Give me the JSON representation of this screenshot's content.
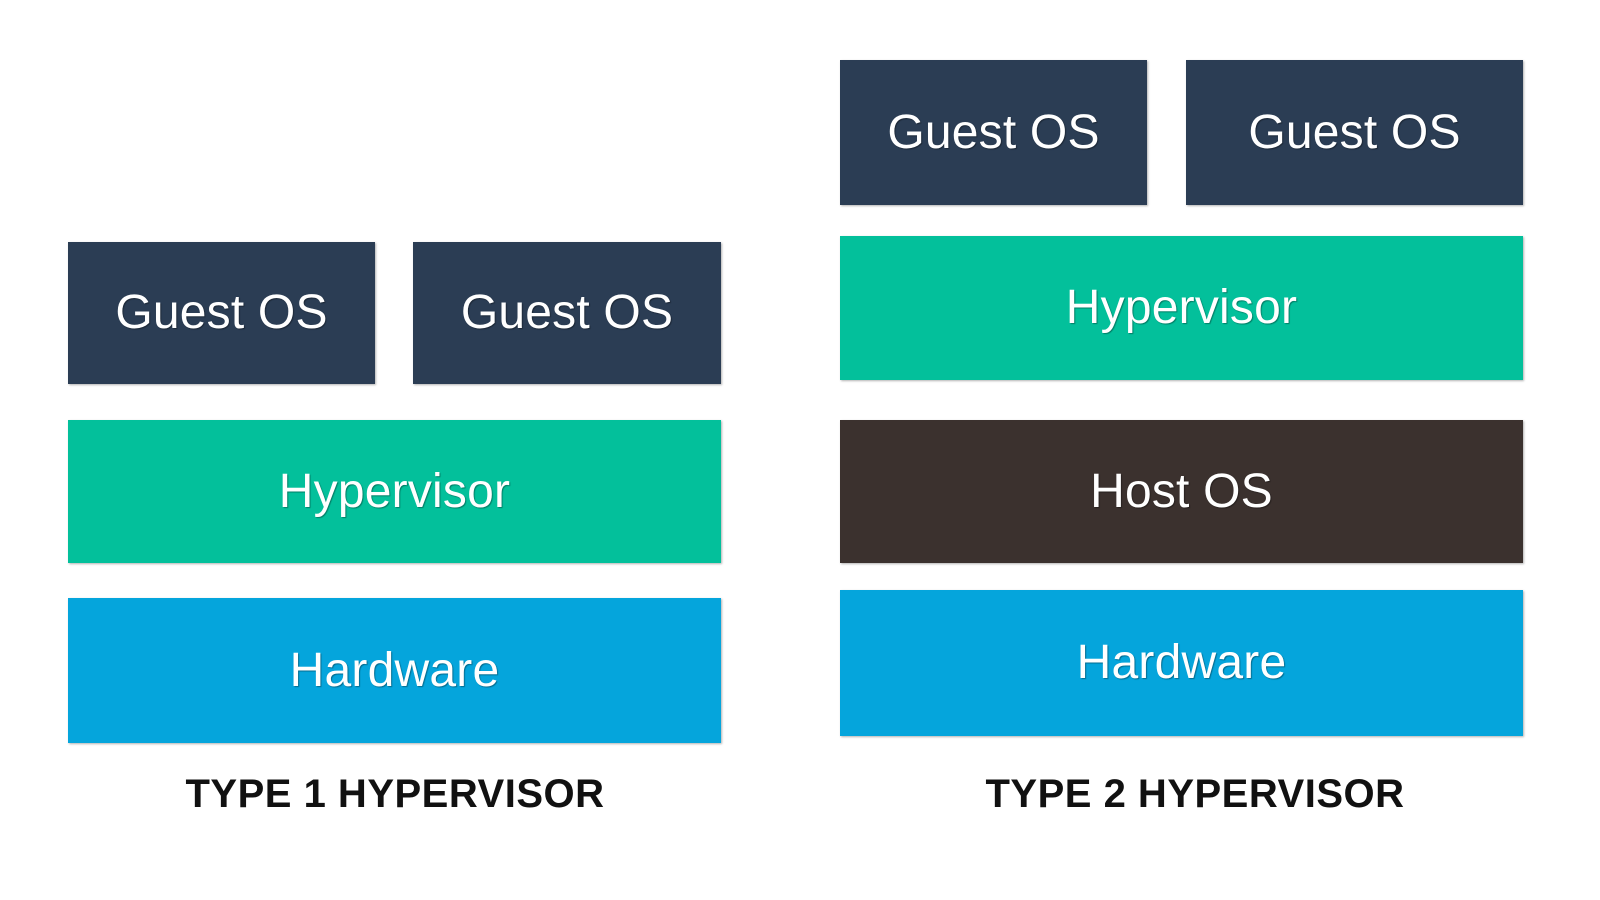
{
  "diagram": {
    "title_type1": "TYPE 1 HYPERVISOR",
    "title_type2": "TYPE 2 HYPERVISOR",
    "colors": {
      "background": "#ffffff",
      "guest_os": "#2b3d54",
      "hypervisor": "#03c09b",
      "host_os": "#3b312e",
      "hardware": "#05a5dc",
      "block_text": "#ffffff",
      "caption_text": "#111111"
    }
  },
  "type1": {
    "caption": "TYPE 1 HYPERVISOR",
    "layers": [
      {
        "id": "guest-os-1",
        "label": "Guest OS",
        "color": "#2b3d54"
      },
      {
        "id": "guest-os-2",
        "label": "Guest OS",
        "color": "#2b3d54"
      },
      {
        "id": "hypervisor",
        "label": "Hypervisor",
        "color": "#03c09b"
      },
      {
        "id": "hardware",
        "label": "Hardware",
        "color": "#05a5dc"
      }
    ]
  },
  "type2": {
    "caption": "TYPE 2 HYPERVISOR",
    "layers": [
      {
        "id": "guest-os-1",
        "label": "Guest OS",
        "color": "#2b3d54"
      },
      {
        "id": "guest-os-2",
        "label": "Guest OS",
        "color": "#2b3d54"
      },
      {
        "id": "hypervisor",
        "label": "Hypervisor",
        "color": "#03c09b"
      },
      {
        "id": "host-os",
        "label": "Host OS",
        "color": "#3b312e"
      },
      {
        "id": "hardware",
        "label": "Hardware",
        "color": "#05a5dc"
      }
    ]
  }
}
